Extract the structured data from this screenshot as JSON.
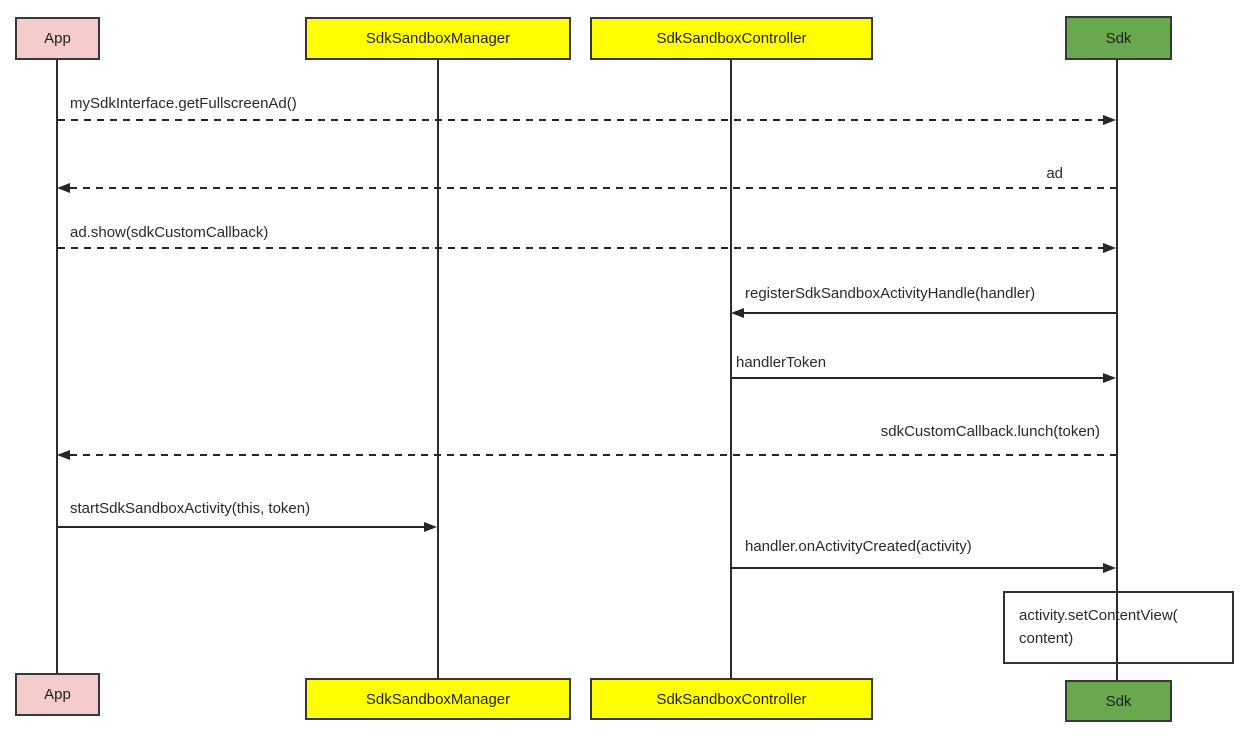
{
  "diagram": {
    "kind": "uml-sequence-diagram",
    "participants": [
      {
        "label": "App",
        "fill": "#f4cccc"
      },
      {
        "label": "SdkSandboxManager",
        "fill": "#ffff00"
      },
      {
        "label": "SdkSandboxController",
        "fill": "#ffff00"
      },
      {
        "label": "Sdk",
        "fill": "#6aa84f"
      }
    ],
    "messages": [
      {
        "label": "mySdkInterface.getFullscreenAd()",
        "from": "App",
        "to": "Sdk",
        "style": "dashed",
        "direction": "right"
      },
      {
        "label": "ad",
        "from": "Sdk",
        "to": "App",
        "style": "dashed",
        "direction": "left"
      },
      {
        "label": "ad.show(sdkCustomCallback)",
        "from": "App",
        "to": "Sdk",
        "style": "dashed",
        "direction": "right"
      },
      {
        "label": "registerSdkSandboxActivityHandle(handler)",
        "from": "Sdk",
        "to": "SdkSandboxController",
        "style": "solid",
        "direction": "left"
      },
      {
        "label": "handlerToken",
        "from": "SdkSandboxController",
        "to": "Sdk",
        "style": "solid",
        "direction": "right"
      },
      {
        "label": "sdkCustomCallback.lunch(token)",
        "from": "Sdk",
        "to": "App",
        "style": "dashed",
        "direction": "left"
      },
      {
        "label": "startSdkSandboxActivity(this, token)",
        "from": "App",
        "to": "SdkSandboxManager",
        "style": "solid",
        "direction": "right"
      },
      {
        "label": "handler.onActivityCreated(activity)",
        "from": "SdkSandboxController",
        "to": "Sdk",
        "style": "solid",
        "direction": "right"
      }
    ],
    "note": {
      "attached_to": "Sdk",
      "line1": "activity.setContentView(",
      "line2": "content)"
    },
    "colors": {
      "app_fill": "#f4cccc",
      "manager_fill": "#ffff00",
      "controller_fill": "#ffff00",
      "sdk_fill": "#6aa84f",
      "box_border": "#383838",
      "line_color": "#262626",
      "background": "#ffffff"
    }
  }
}
